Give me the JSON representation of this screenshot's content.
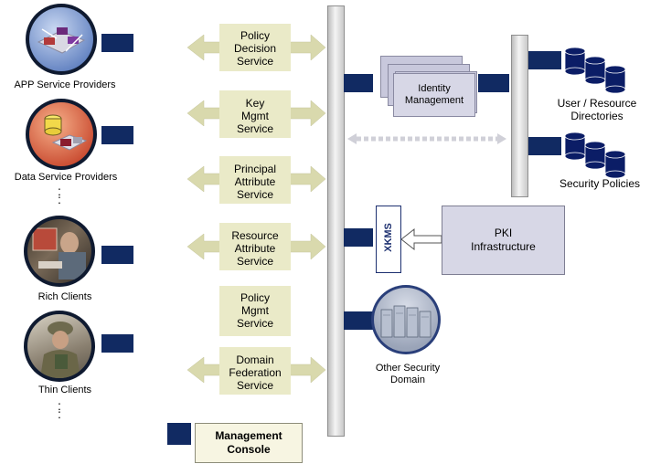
{
  "left_entities": {
    "app_service_providers": "APP Service Providers",
    "data_service_providers": "Data Service Providers",
    "rich_clients": "Rich Clients",
    "thin_clients": "Thin Clients",
    "ellipsis": ":"
  },
  "services": [
    {
      "line1": "Policy",
      "line2": "Decision",
      "line3": "Service"
    },
    {
      "line1": "Key",
      "line2": "Mgmt",
      "line3": "Service"
    },
    {
      "line1": "Principal",
      "line2": "Attribute",
      "line3": "Service"
    },
    {
      "line1": "Resource",
      "line2": "Attribute",
      "line3": "Service"
    },
    {
      "line1": "Policy",
      "line2": "Mgmt",
      "line3": "Service"
    },
    {
      "line1": "Domain",
      "line2": "Federation",
      "line3": "Service"
    }
  ],
  "management_console": {
    "line1": "Management",
    "line2": "Console"
  },
  "identity_management": {
    "line1": "Identity",
    "line2": "Management"
  },
  "user_resource_directories": {
    "line1": "User / Resource",
    "line2": "Directories"
  },
  "security_policies": "Security Policies",
  "xkms": "XKMS",
  "pki": {
    "line1": "PKI",
    "line2": "Infrastructure"
  },
  "other_security_domain": {
    "line1": "Other Security",
    "line2": "Domain"
  },
  "colors": {
    "navy": "#112a62",
    "service_fill": "#eaeac8",
    "arrow_fill": "#d9d9ad",
    "pki_fill": "#d7d7e6",
    "database": "#0b1d66"
  }
}
